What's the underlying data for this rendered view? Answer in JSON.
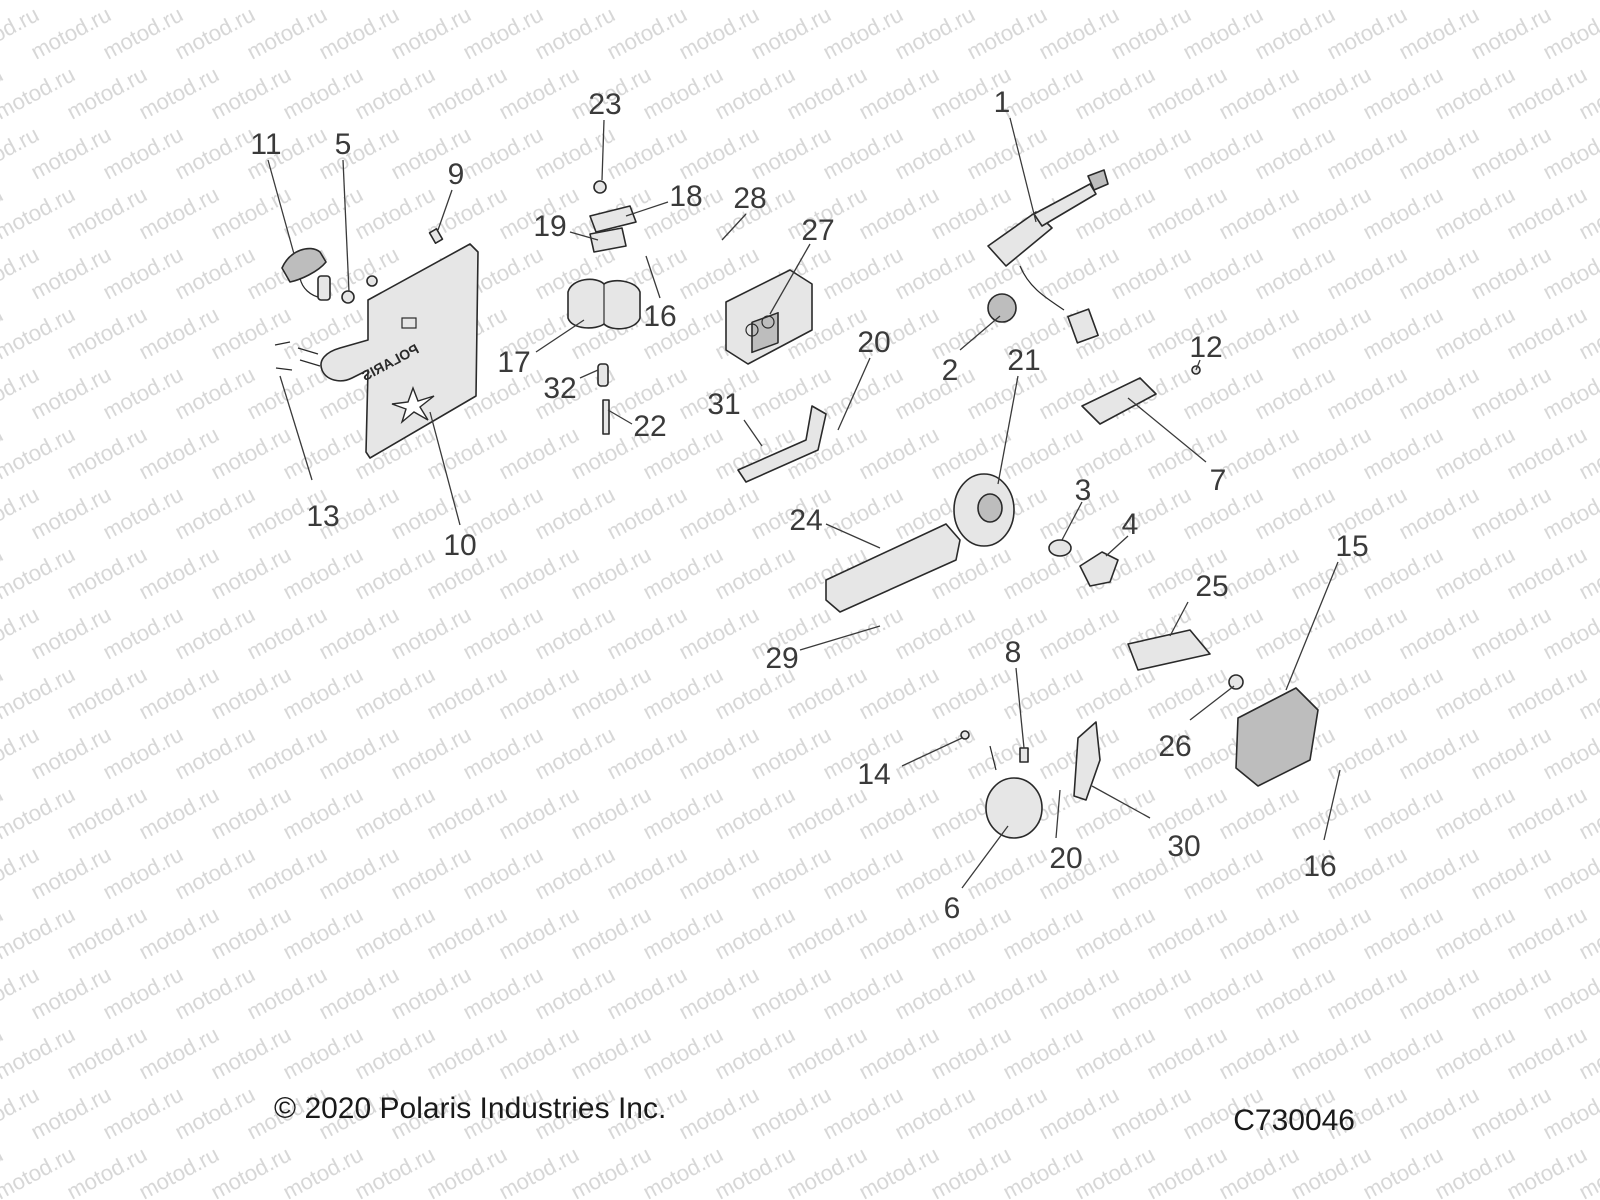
{
  "watermark": "motod.ru",
  "footer": {
    "copyright": "© 2020 Polaris Industries Inc.",
    "drawing_code": "C730046"
  },
  "plate_logo": "POLARIS",
  "callouts": [
    {
      "id": "c1",
      "label": "1"
    },
    {
      "id": "c2",
      "label": "2"
    },
    {
      "id": "c3",
      "label": "3"
    },
    {
      "id": "c4",
      "label": "4"
    },
    {
      "id": "c5",
      "label": "5"
    },
    {
      "id": "c6",
      "label": "6"
    },
    {
      "id": "c7",
      "label": "7"
    },
    {
      "id": "c8",
      "label": "8"
    },
    {
      "id": "c9",
      "label": "9"
    },
    {
      "id": "c10",
      "label": "10"
    },
    {
      "id": "c11",
      "label": "11"
    },
    {
      "id": "c12",
      "label": "12"
    },
    {
      "id": "c13",
      "label": "13"
    },
    {
      "id": "c14",
      "label": "14"
    },
    {
      "id": "c15",
      "label": "15"
    },
    {
      "id": "c16a",
      "label": "16"
    },
    {
      "id": "c16b",
      "label": "16"
    },
    {
      "id": "c17",
      "label": "17"
    },
    {
      "id": "c18",
      "label": "18"
    },
    {
      "id": "c19",
      "label": "19"
    },
    {
      "id": "c20a",
      "label": "20"
    },
    {
      "id": "c20b",
      "label": "20"
    },
    {
      "id": "c21",
      "label": "21"
    },
    {
      "id": "c22",
      "label": "22"
    },
    {
      "id": "c23",
      "label": "23"
    },
    {
      "id": "c24",
      "label": "24"
    },
    {
      "id": "c25",
      "label": "25"
    },
    {
      "id": "c26",
      "label": "26"
    },
    {
      "id": "c27",
      "label": "27"
    },
    {
      "id": "c28",
      "label": "28"
    },
    {
      "id": "c29",
      "label": "29"
    },
    {
      "id": "c30",
      "label": "30"
    },
    {
      "id": "c31",
      "label": "31"
    },
    {
      "id": "c32",
      "label": "32"
    }
  ]
}
